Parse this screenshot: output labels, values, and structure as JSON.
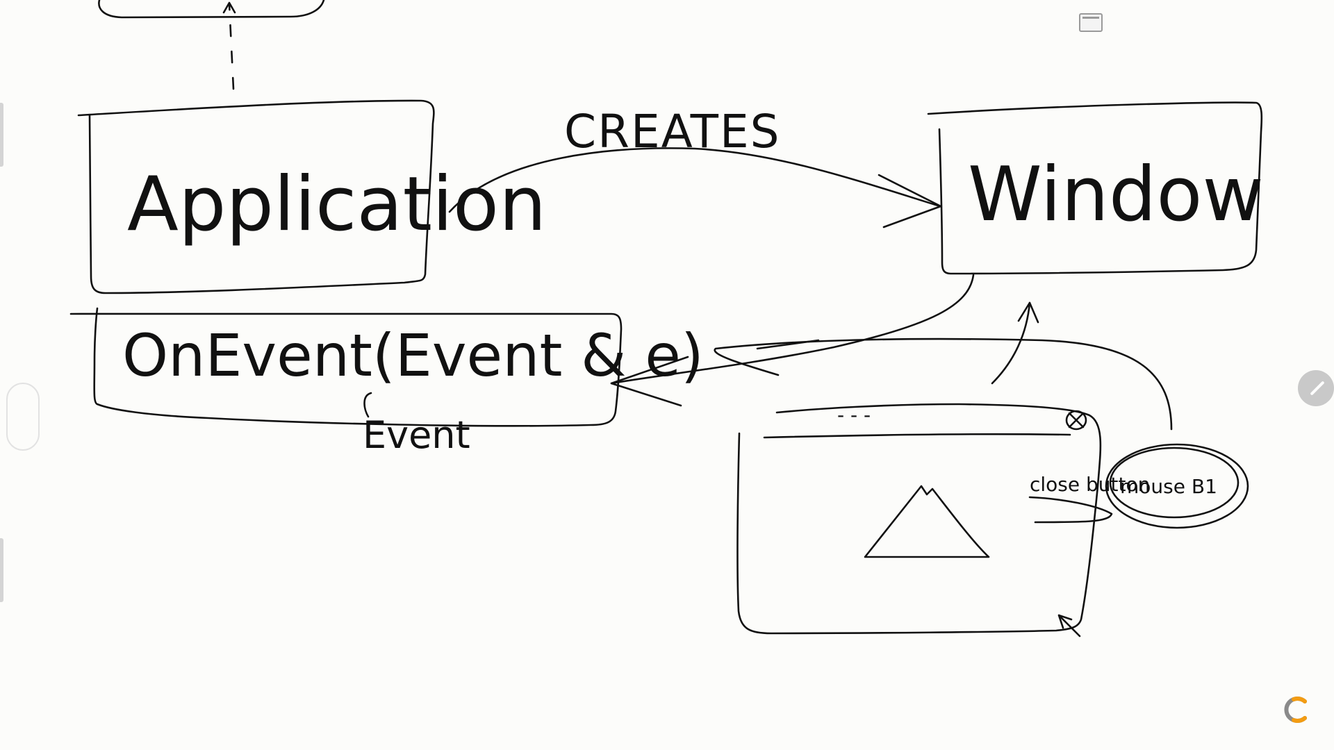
{
  "diagram": {
    "nodes": {
      "application": "Application",
      "window": "Window",
      "on_event": "OnEvent(Event & e)"
    },
    "edges": {
      "creates": "CREATES"
    },
    "annotations": {
      "event": "Event",
      "close_button": "close button",
      "mouse_button": "mouse B1",
      "title_bar_dots": "- - -"
    }
  },
  "ui": {
    "icons": [
      "window-toggle-icon",
      "pen-icon",
      "brand-logo-icon"
    ],
    "colors": {
      "ink": "#111111",
      "background": "#fcfcfa",
      "logo_orange": "#f39c12",
      "logo_gray": "#8a8a8a"
    }
  }
}
